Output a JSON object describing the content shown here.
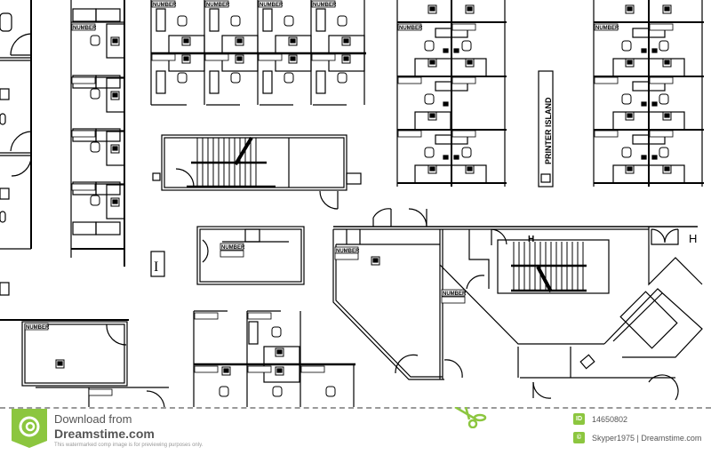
{
  "floor_plan": {
    "cubicle_tag": "NUMBER",
    "printer_island_label": "PRINTER ISLAND",
    "stair_landing_mark": "H",
    "elevator_mark": "H",
    "column_mark": "I"
  },
  "footer": {
    "download_from": "Download from",
    "site": "Dreamstime.com",
    "note": "This watermarked comp image is for previewing purposes only.",
    "id_label": "ID",
    "image_id": "14650802",
    "copyright_icon": "copyright-icon",
    "credit": "Skyper1975 | Dreamstime.com",
    "brand_color": "#8cc63f",
    "icons": [
      "dreamstime-spiral-badge-icon",
      "scissors-icon"
    ]
  }
}
